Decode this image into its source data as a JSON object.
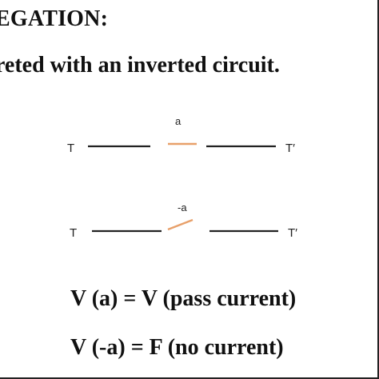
{
  "heading": "EGATION:",
  "subheading": "reted with an inverted circuit.",
  "circuit_a": {
    "left_terminal": "T",
    "right_terminal": "T′",
    "switch_label": "a",
    "switch_state": "closed"
  },
  "circuit_neg_a": {
    "left_terminal": "T",
    "right_terminal": "T′",
    "switch_label": "-a",
    "switch_state": "open"
  },
  "equations": {
    "eq1": "V (a) = V (pass current)",
    "eq2": "V (-a) = F (no current)"
  },
  "colors": {
    "wire": "#222222",
    "switch": "#e8a06a",
    "text": "#111111",
    "border": "#222222"
  }
}
